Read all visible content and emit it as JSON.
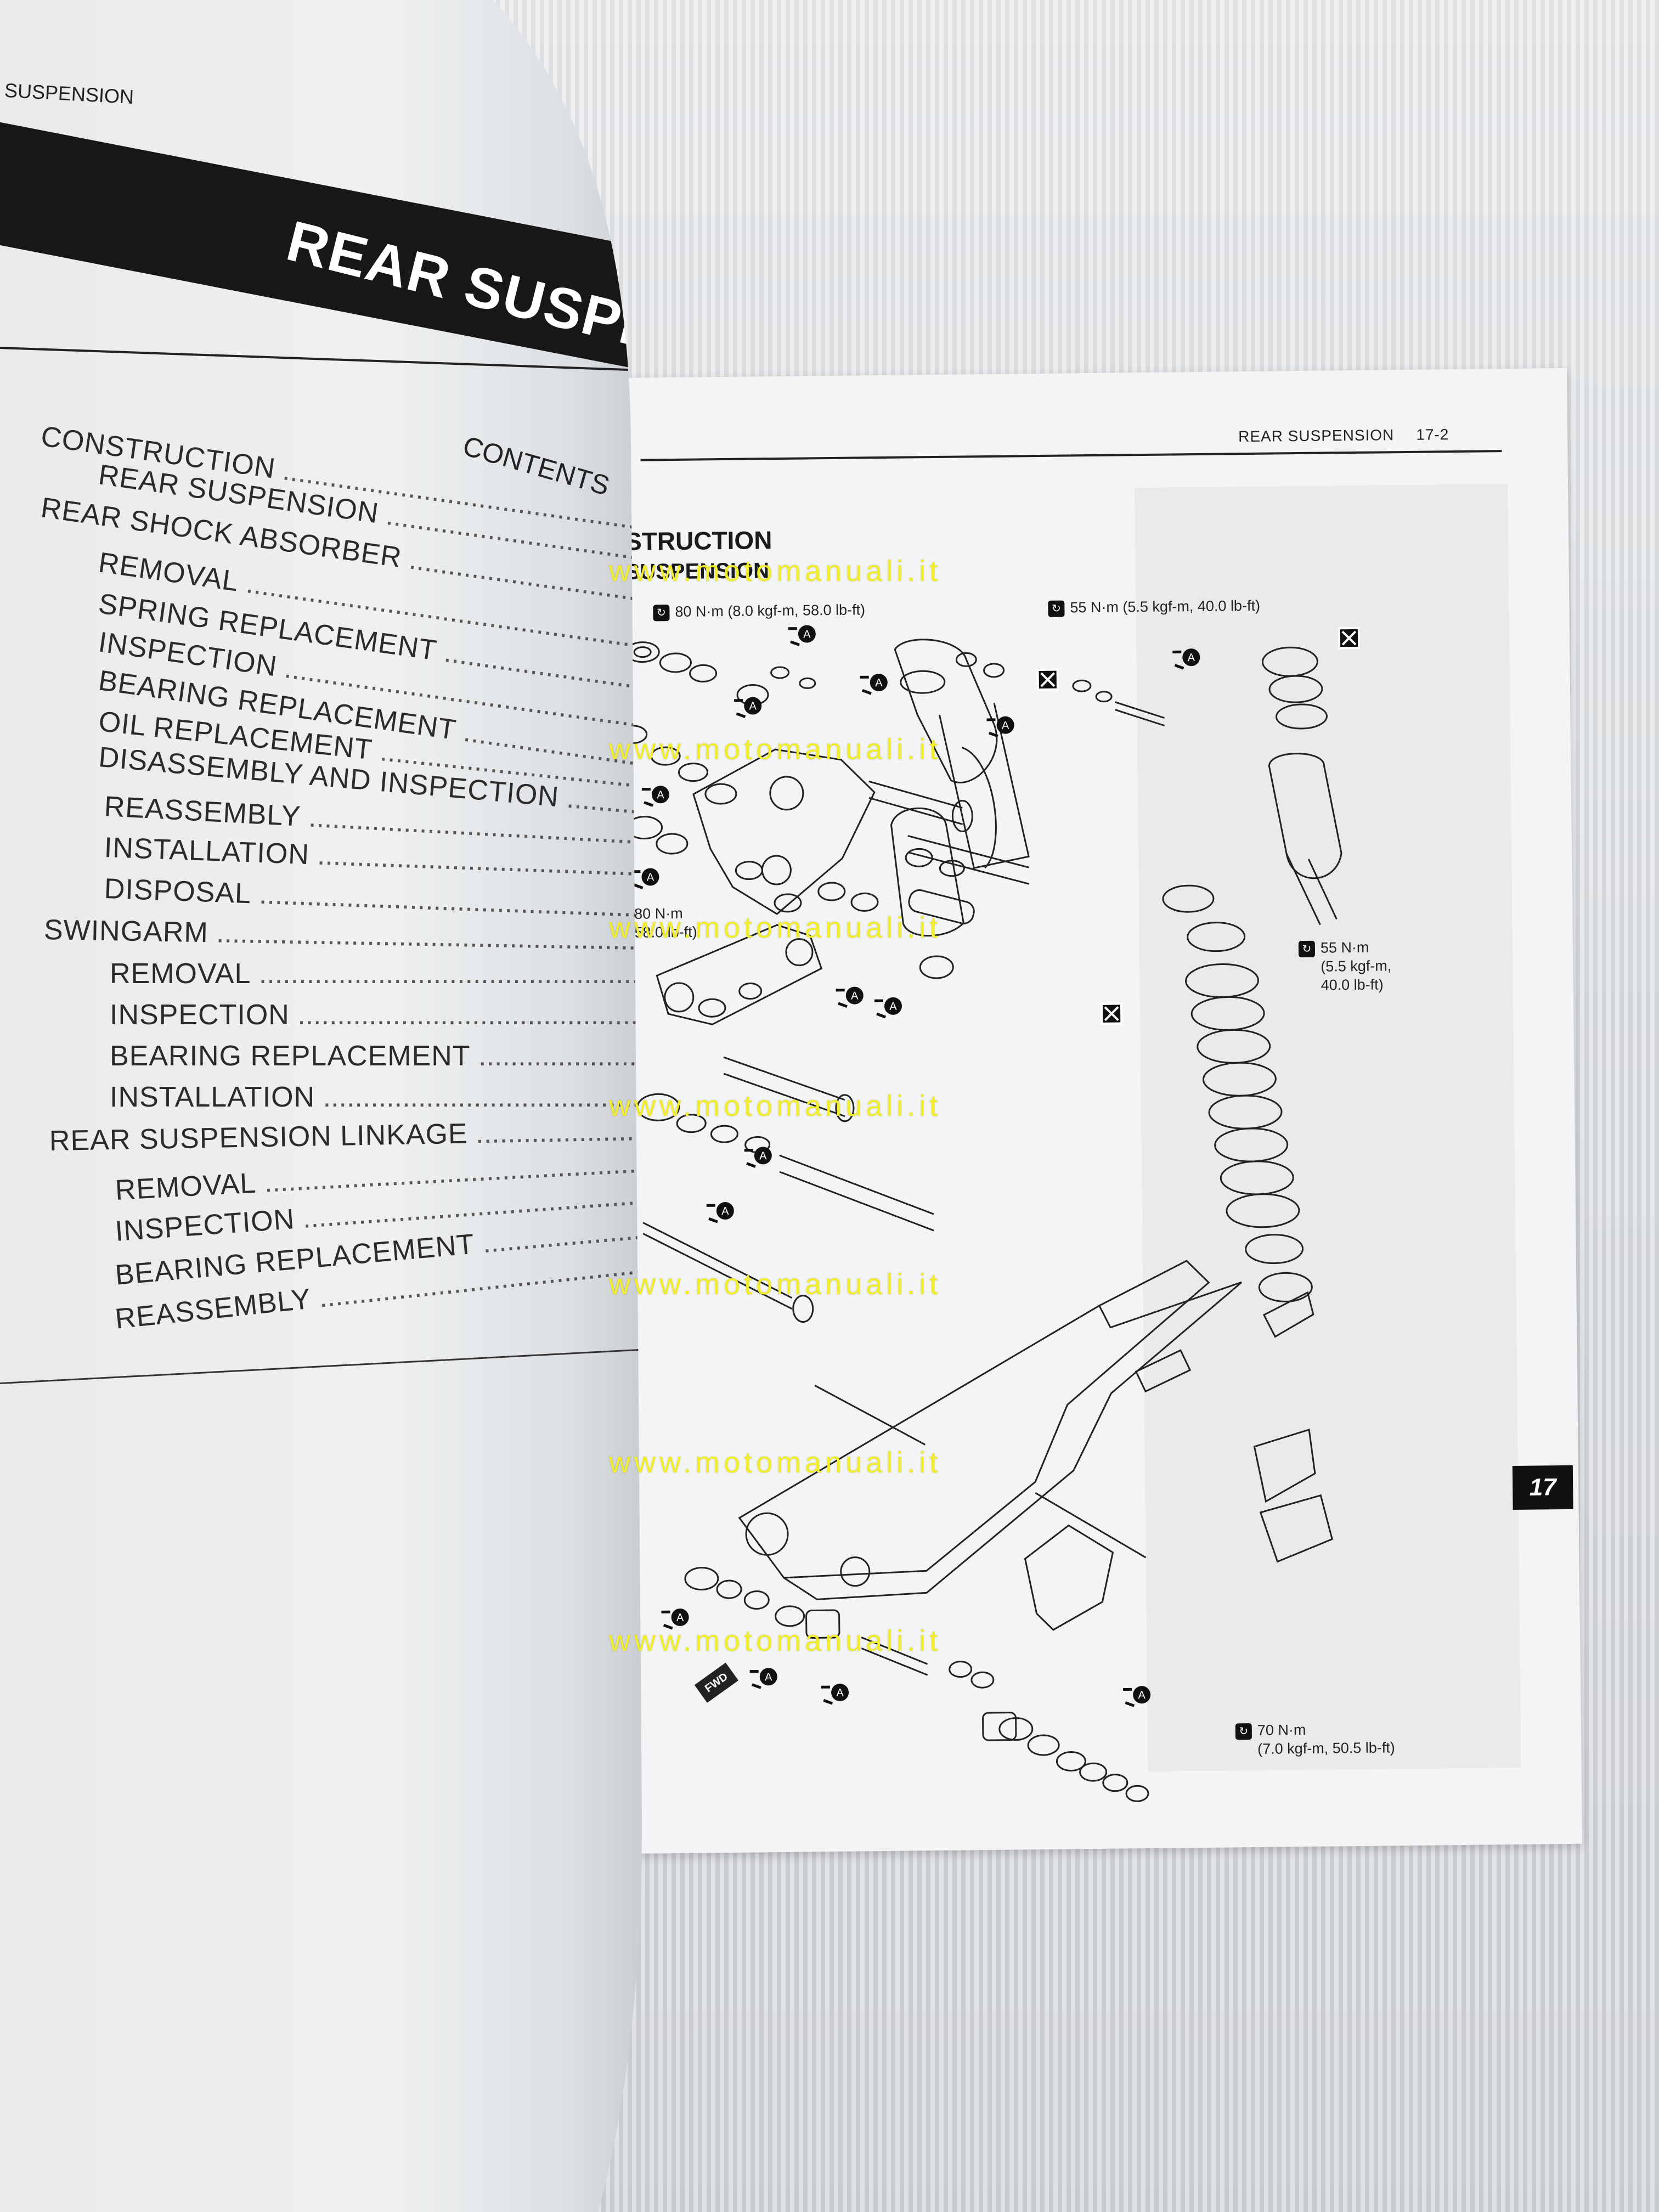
{
  "left_page": {
    "header": "SUSPENSION",
    "chapter_title": "REAR SUSPENSION",
    "contents_label": "CONTENTS",
    "toc": [
      "CONSTRUCTION",
      "REAR SUSPENSION",
      "REAR SHOCK ABSORBER",
      "REMOVAL",
      "SPRING REPLACEMENT",
      "INSPECTION",
      "BEARING REPLACEMENT",
      "OIL REPLACEMENT",
      "DISASSEMBLY AND INSPECTION",
      "REASSEMBLY",
      "INSTALLATION",
      "DISPOSAL",
      "SWINGARM",
      "REMOVAL",
      "INSPECTION",
      "BEARING REPLACEMENT",
      "INSTALLATION",
      "REAR SUSPENSION LINKAGE",
      "REMOVAL",
      "INSPECTION",
      "BEARING REPLACEMENT",
      "REASSEMBLY"
    ]
  },
  "right_page": {
    "header": "REAR SUSPENSION",
    "page_number": "17-2",
    "section_title_line1": "STRUCTION",
    "section_title_line2": "SUSPENSION",
    "torque_labels": [
      "80 N·m (8.0 kgf-m, 58.0 lb-ft)",
      "55 N·m (5.5 kgf-m, 40.0 lb-ft)",
      "80 N·m",
      "58.0 lb-ft)",
      "55 N·m",
      "(5.5 kgf-m,",
      "40.0 lb-ft)",
      "70 N·m",
      "(7.0 kgf-m, 50.5 lb-ft)"
    ],
    "chapter_tab": "17",
    "fwd_label": "FWD",
    "grease_letter": "A"
  },
  "watermark": "www.motomanuali.it"
}
